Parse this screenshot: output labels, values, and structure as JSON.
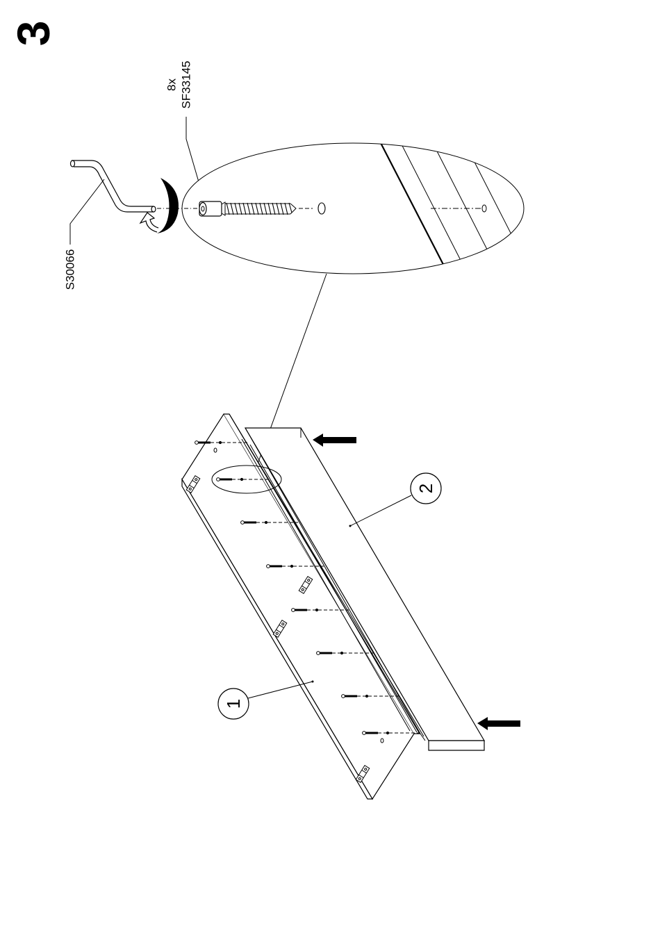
{
  "step": {
    "number": "3"
  },
  "screw": {
    "quantity": "8x",
    "part_code": "SF33145"
  },
  "tool": {
    "part_code": "S30066"
  },
  "panels": [
    {
      "label": "1"
    },
    {
      "label": "2"
    }
  ],
  "colors": {
    "ink": "#000000",
    "paper": "#ffffff"
  },
  "icons": [
    "allen-key-icon",
    "rotation-arrow-icon",
    "push-arrow-icon",
    "screw-icon",
    "hinge-icon"
  ]
}
